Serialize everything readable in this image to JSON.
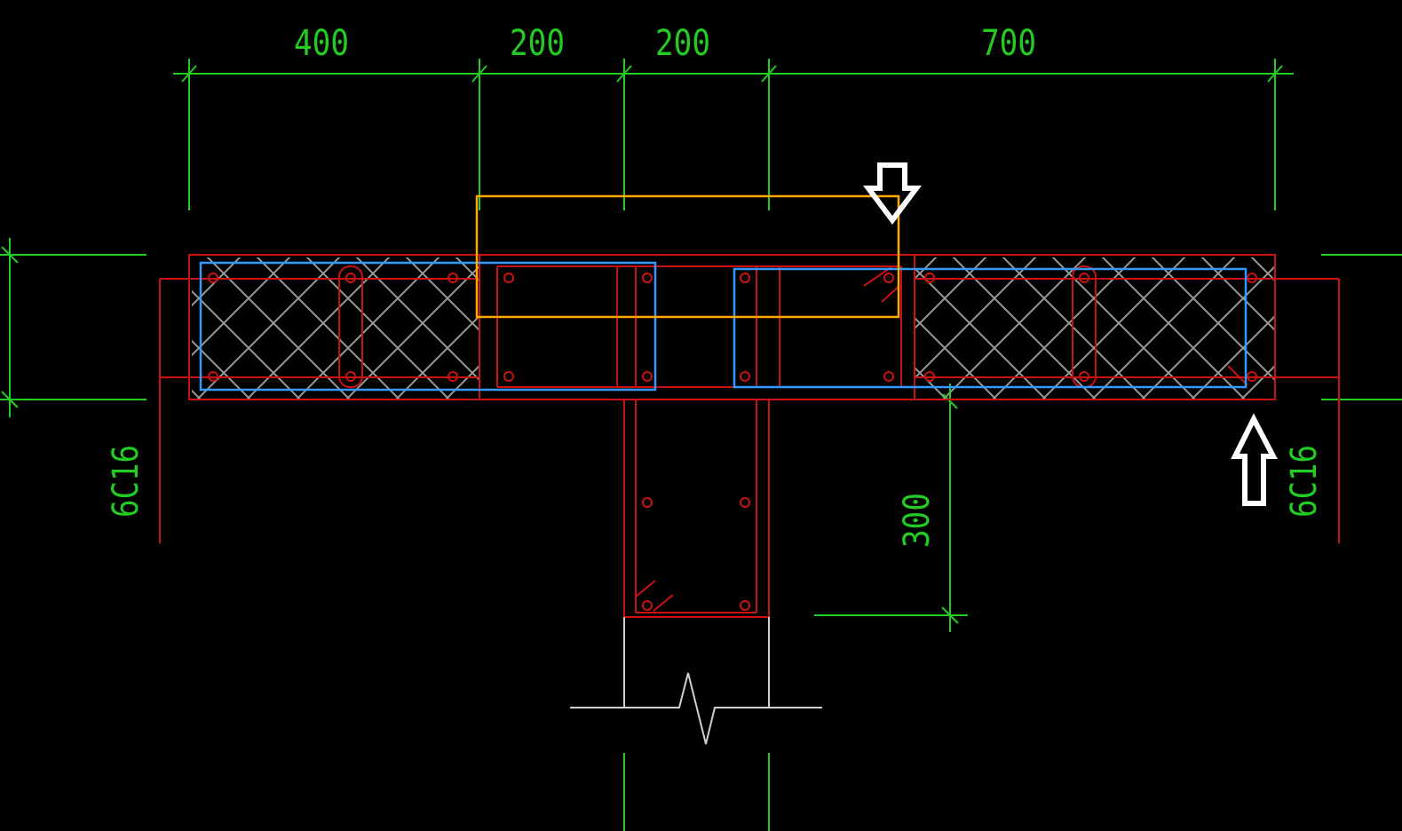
{
  "drawing": {
    "background": "#000000",
    "colors": {
      "dimension": "#22cc22",
      "concrete_outline": "#cc1111",
      "stirrup_blue": "#3399ff",
      "highlight_box": "#ffaa00",
      "hatch": "#9a9a9a",
      "arrow": "#ffffff",
      "break_line": "#cfcfcf"
    },
    "dimensions": {
      "top": [
        "400",
        "200",
        "200",
        "700"
      ],
      "web_depth": "300"
    },
    "rebar_labels": {
      "left": "6C16",
      "right": "6C16"
    },
    "icons": {
      "down_arrow": "arrow-down-icon",
      "up_arrow": "arrow-up-icon",
      "break_symbol": "break-line-icon"
    }
  }
}
